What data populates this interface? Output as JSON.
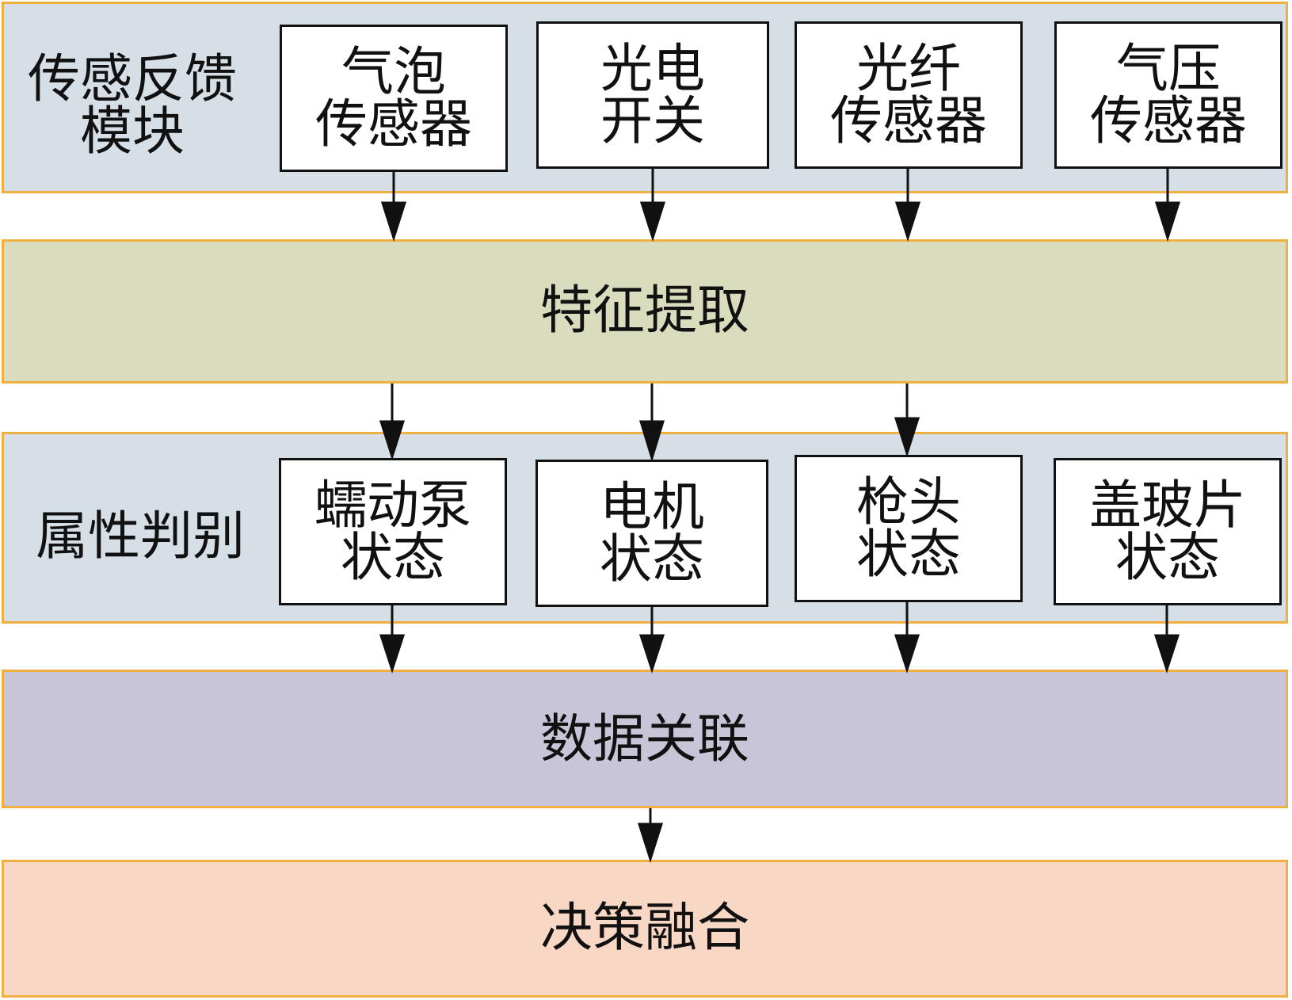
{
  "sensor_module": {
    "title_line1": "传感反馈",
    "title_line2": "模块",
    "boxes": [
      {
        "line1": "气泡",
        "line2": "传感器"
      },
      {
        "line1": "光电",
        "line2": "开关"
      },
      {
        "line1": "光纤",
        "line2": "传感器"
      },
      {
        "line1": "气压",
        "line2": "传感器"
      }
    ]
  },
  "feature_extraction": {
    "label": "特征提取"
  },
  "attribute_judgment": {
    "title": "属性判别",
    "boxes": [
      {
        "line1": "蠕动泵",
        "line2": "状态"
      },
      {
        "line1": "电机",
        "line2": "状态"
      },
      {
        "line1": "枪头",
        "line2": "状态"
      },
      {
        "line1": "盖玻片",
        "line2": "状态"
      }
    ]
  },
  "data_association": {
    "label": "数据关联"
  },
  "decision_fusion": {
    "label": "决策融合"
  },
  "colors": {
    "band_border": "#f0b040",
    "sensor_band": "#d6dee6",
    "feature_band": "#dadcbe",
    "attribute_band": "#d6dee6",
    "association_band": "#c8c5d8",
    "decision_band": "#f8d7c5",
    "box_fill": "#ffffff",
    "ink": "#111111"
  }
}
